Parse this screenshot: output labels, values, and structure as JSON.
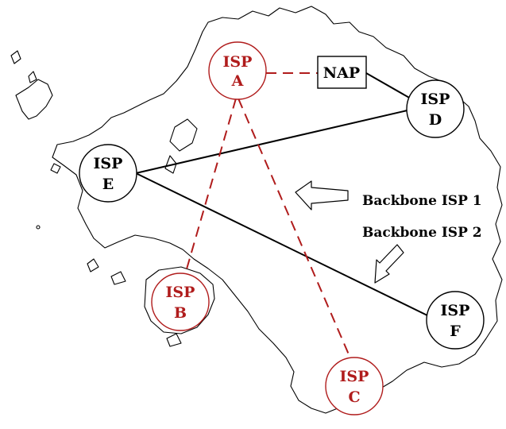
{
  "colors": {
    "backbone1": "#000000",
    "backbone2": "#b01c1c",
    "map_outline": "#000000",
    "background": "#ffffff"
  },
  "nodes": {
    "isp_a": {
      "line1": "ISP",
      "line2": "A"
    },
    "isp_b": {
      "line1": "ISP",
      "line2": "B"
    },
    "isp_c": {
      "line1": "ISP",
      "line2": "C"
    },
    "isp_d": {
      "line1": "ISP",
      "line2": "D"
    },
    "isp_e": {
      "line1": "ISP",
      "line2": "E"
    },
    "isp_f": {
      "line1": "ISP",
      "line2": "F"
    },
    "nap": {
      "label": "NAP"
    }
  },
  "legend": {
    "backbone1": "Backbone ISP 1",
    "backbone2": "Backbone ISP 2"
  },
  "links": {
    "backbone1": [
      [
        "E",
        "D"
      ],
      [
        "E",
        "F"
      ],
      [
        "NAP",
        "D"
      ]
    ],
    "backbone2": [
      [
        "A",
        "NAP"
      ],
      [
        "A",
        "B"
      ],
      [
        "A",
        "C"
      ]
    ]
  }
}
